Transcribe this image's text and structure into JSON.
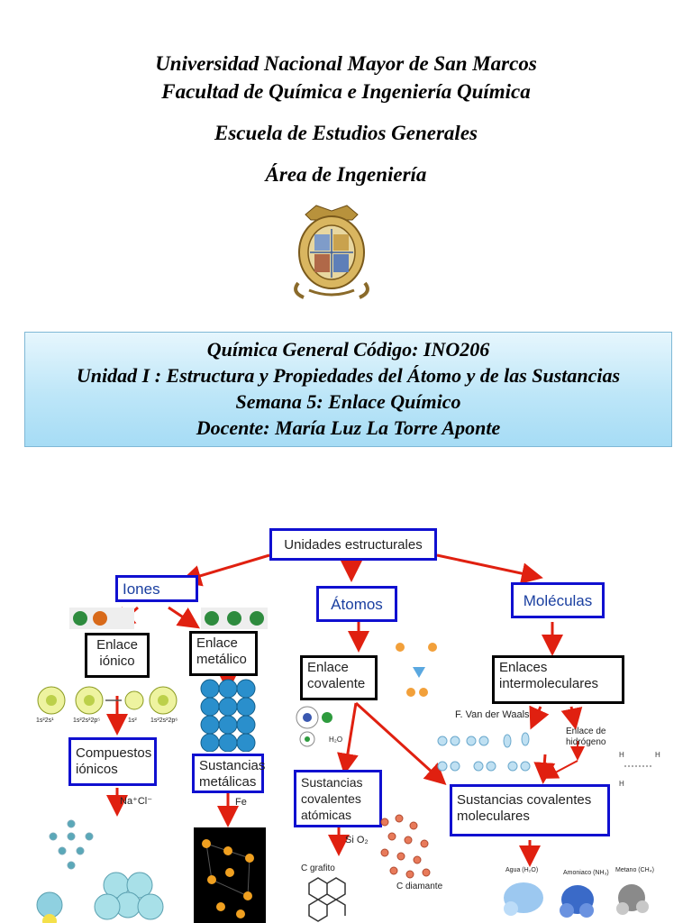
{
  "header": {
    "university": "Universidad  Nacional  Mayor  de  San  Marcos",
    "faculty": "Facultad  de Química e Ingeniería Química",
    "school": "Escuela de Estudios Generales",
    "area": "Área de Ingeniería"
  },
  "course": {
    "line1": "Química General  Código: INO206",
    "line2": "Unidad I : Estructura y Propiedades del Átomo y de las Sustancias",
    "line3": "Semana 5: Enlace Químico",
    "line4": "Docente: María Luz La Torre Aponte"
  },
  "concept_map": {
    "root": "Unidades estructurales",
    "iones": "Iones",
    "atomos": "Átomos",
    "moleculas": "Moléculas",
    "enlace_ionico": [
      "Enlace",
      "iónico"
    ],
    "enlace_metalico": [
      "Enlace",
      "metálico"
    ],
    "enlace_covalente": [
      "Enlace",
      "covalente"
    ],
    "enlaces_intermoleculares": [
      "Enlaces",
      "intermoleculares"
    ],
    "compuestos_ionicos": [
      "Compuestos",
      "iónicos"
    ],
    "sustancias_metalicas": [
      "Sustancias",
      "metálicas"
    ],
    "sustancias_atomicas": [
      "Sustancias",
      "covalentes",
      "atómicas"
    ],
    "sustancias_moleculares": [
      "Sustancias covalentes",
      "moleculares"
    ],
    "van_der_waals": "F. Van der Waals",
    "enlace_hidrogeno": [
      "Enlace de",
      "hidrógeno"
    ],
    "na_cl": "Na⁺Cl⁻",
    "fe": "Fe",
    "si_o2": "Si O₂",
    "c_grafito": "C grafito",
    "c_diamante": "C diamante",
    "h2o": "H₂O",
    "agua": "Agua (H₂O)",
    "amoniaco": "Amoniaco (NH₃)",
    "metano": "Metano (CH₄)",
    "config_li": "1s²2s¹",
    "config_f": "1s²2s²2p⁵",
    "config_li_ion": "1s²",
    "config_f_ion": "1s²2s²2p⁶"
  }
}
